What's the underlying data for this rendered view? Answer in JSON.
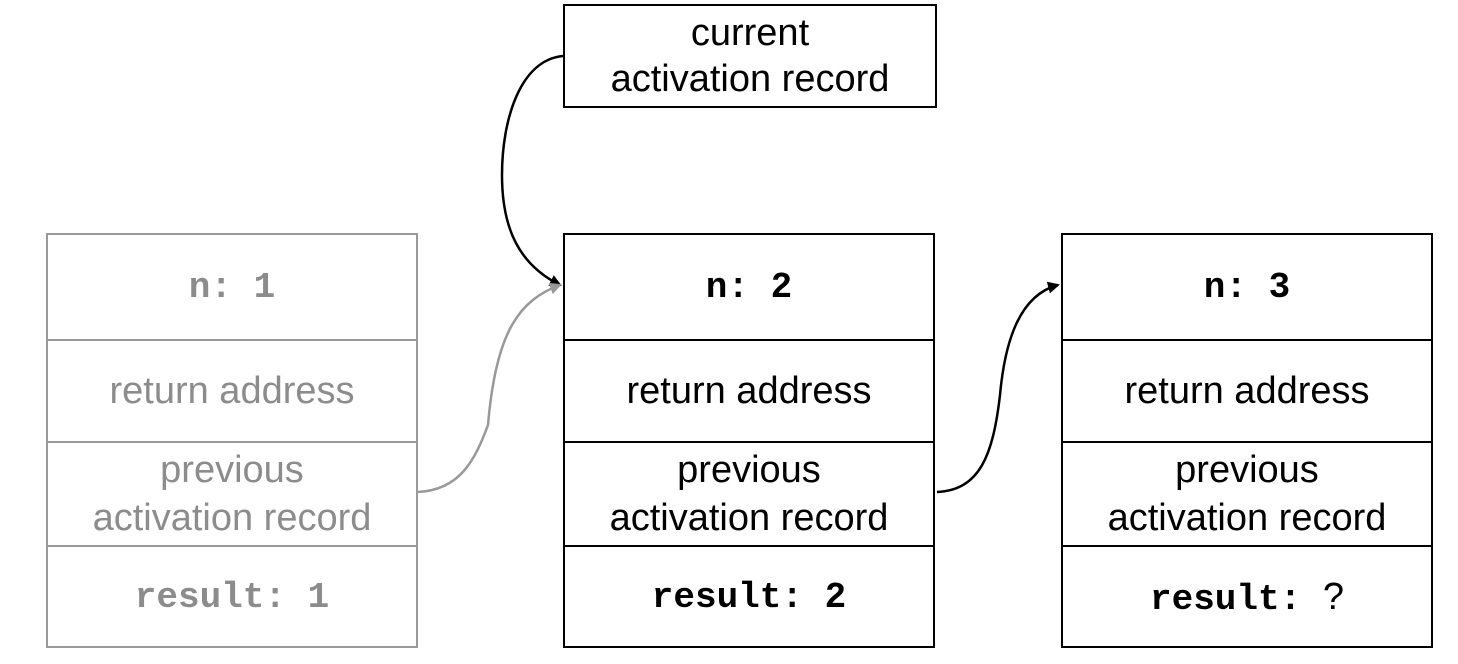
{
  "pointer": {
    "line1": "current",
    "line2": "activation record"
  },
  "records": [
    {
      "n_label": "n:",
      "n_value": "1",
      "return_address": "return address",
      "prev_line1": "previous",
      "prev_line2": "activation record",
      "result_label": "result:",
      "result_value": "1"
    },
    {
      "n_label": "n:",
      "n_value": "2",
      "return_address": "return address",
      "prev_line1": "previous",
      "prev_line2": "activation record",
      "result_label": "result:",
      "result_value": "2"
    },
    {
      "n_label": "n:",
      "n_value": "3",
      "return_address": "return address",
      "prev_line1": "previous",
      "prev_line2": "activation record",
      "result_label": "result:",
      "result_value": "?"
    }
  ],
  "colors": {
    "active": "#000000",
    "inactive": "#999999"
  }
}
